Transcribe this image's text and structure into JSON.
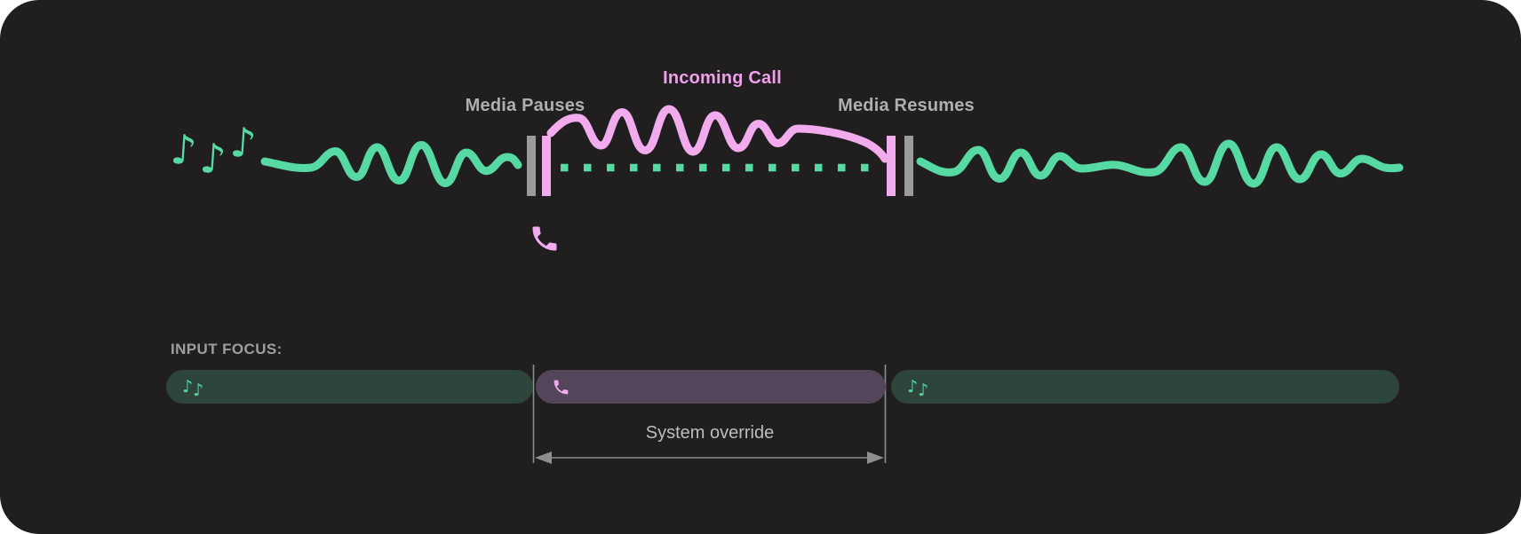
{
  "colors": {
    "card_bg": "#211E1F",
    "page_bg": "#FFFFFF",
    "media_green": "#57D9A4",
    "call_pink": "#F2ACEE",
    "call_label_pink": "#EFA0EA",
    "marker_gray": "#9B9B9B",
    "label_gray": "#AFAFAF",
    "heading_gray": "#9E9E9E",
    "override_gray": "#BDBDBD",
    "line_gray": "#8E8E8E",
    "pill_media_bg": "#2D453B",
    "pill_call_bg": "#53465A"
  },
  "icons": {
    "music_note": "♪",
    "media_icon_name": "music-notes",
    "call_icon_name": "phone"
  },
  "timeline": {
    "media_pauses_label": "Media Pauses",
    "incoming_call_label": "Incoming Call",
    "media_resumes_label": "Media Resumes"
  },
  "focus": {
    "heading": "INPUT FOCUS:",
    "override_label": "System override",
    "segments": [
      {
        "icon": "music-notes",
        "type": "media"
      },
      {
        "icon": "phone",
        "type": "call"
      },
      {
        "icon": "music-notes",
        "type": "media"
      }
    ]
  }
}
